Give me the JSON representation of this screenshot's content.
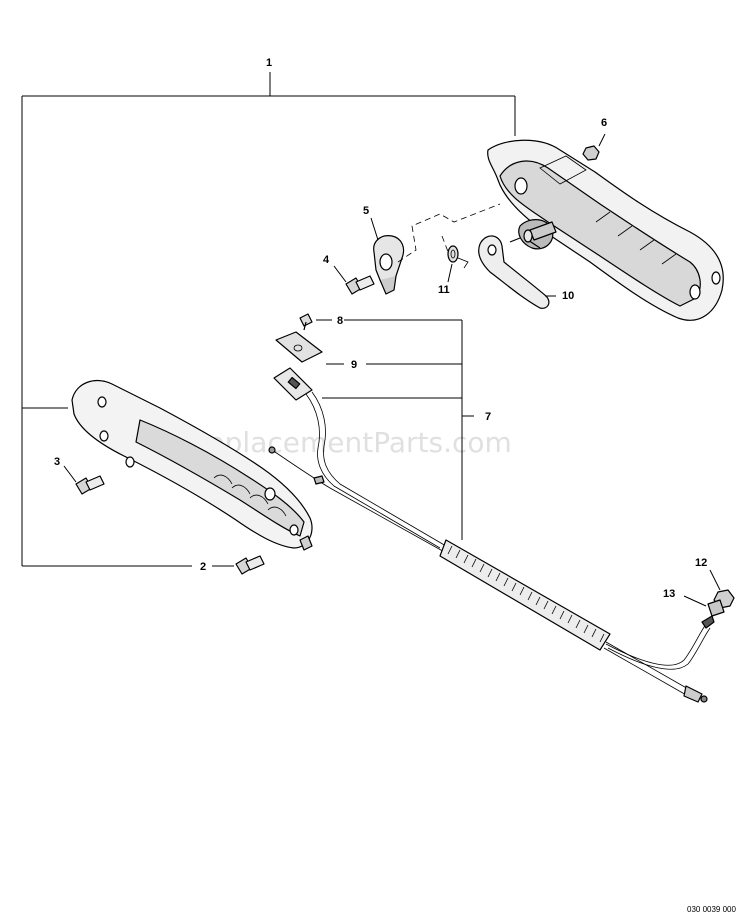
{
  "callouts": {
    "c1": "1",
    "c2": "2",
    "c3": "3",
    "c4": "4",
    "c5": "5",
    "c6": "6",
    "c7": "7",
    "c8": "8",
    "c9": "9",
    "c10": "10",
    "c11": "11",
    "c12": "12",
    "c13": "13"
  },
  "watermark": "eReplacementParts.com",
  "drawing_ref": "030 0039 000"
}
